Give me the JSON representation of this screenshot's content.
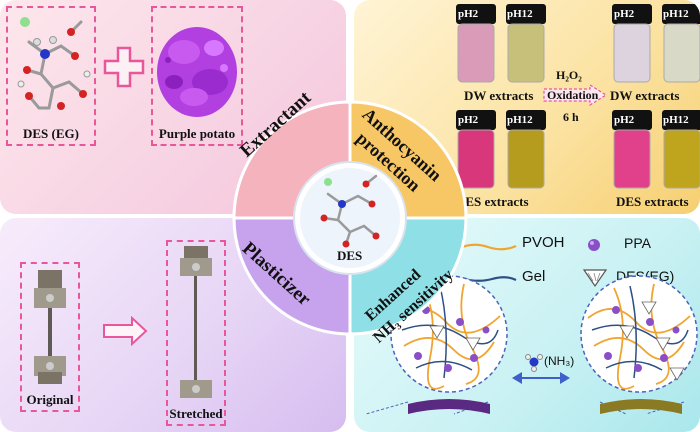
{
  "tl": {
    "des_label": "DES (EG)",
    "potato_label": "Purple potato"
  },
  "tr": {
    "ph2": "pH2",
    "ph12": "pH12",
    "dw_extracts": "DW extracts",
    "dw_extracts_after": "DW extracts",
    "des_extracts": "DES extracts",
    "des_extracts_after": "DES extracts",
    "h2o2": "H₂O₂",
    "oxidation": "Oxidation",
    "hours": "6 h"
  },
  "center": {
    "extractant": "Extractant",
    "anthocyanin_1": "Anthocyanin",
    "anthocyanin_2": "protection",
    "plasticizer": "Plasticizer",
    "enhanced": "Enhanced",
    "nh3_sens": "NH₃ sensitivity",
    "des": "DES"
  },
  "bl": {
    "original": "Original",
    "stretched": "Stretched"
  },
  "br": {
    "pvoh": "PVOH",
    "ppa": "PPA",
    "gel": "Gel",
    "des_eg": "DES(EG)",
    "nh3": "(NH₃)"
  },
  "colors": {
    "extractant_petal": "#f4b3bd",
    "anthocyanin_petal": "#f7c766",
    "plasticizer_petal": "#c7a3ee",
    "enhanced_petal": "#8fe0e6",
    "dash": "#e8579a",
    "pvoh_line": "#f0a531",
    "gel_line": "#2f4f86",
    "ppa_dot": "#8a4fc7"
  }
}
